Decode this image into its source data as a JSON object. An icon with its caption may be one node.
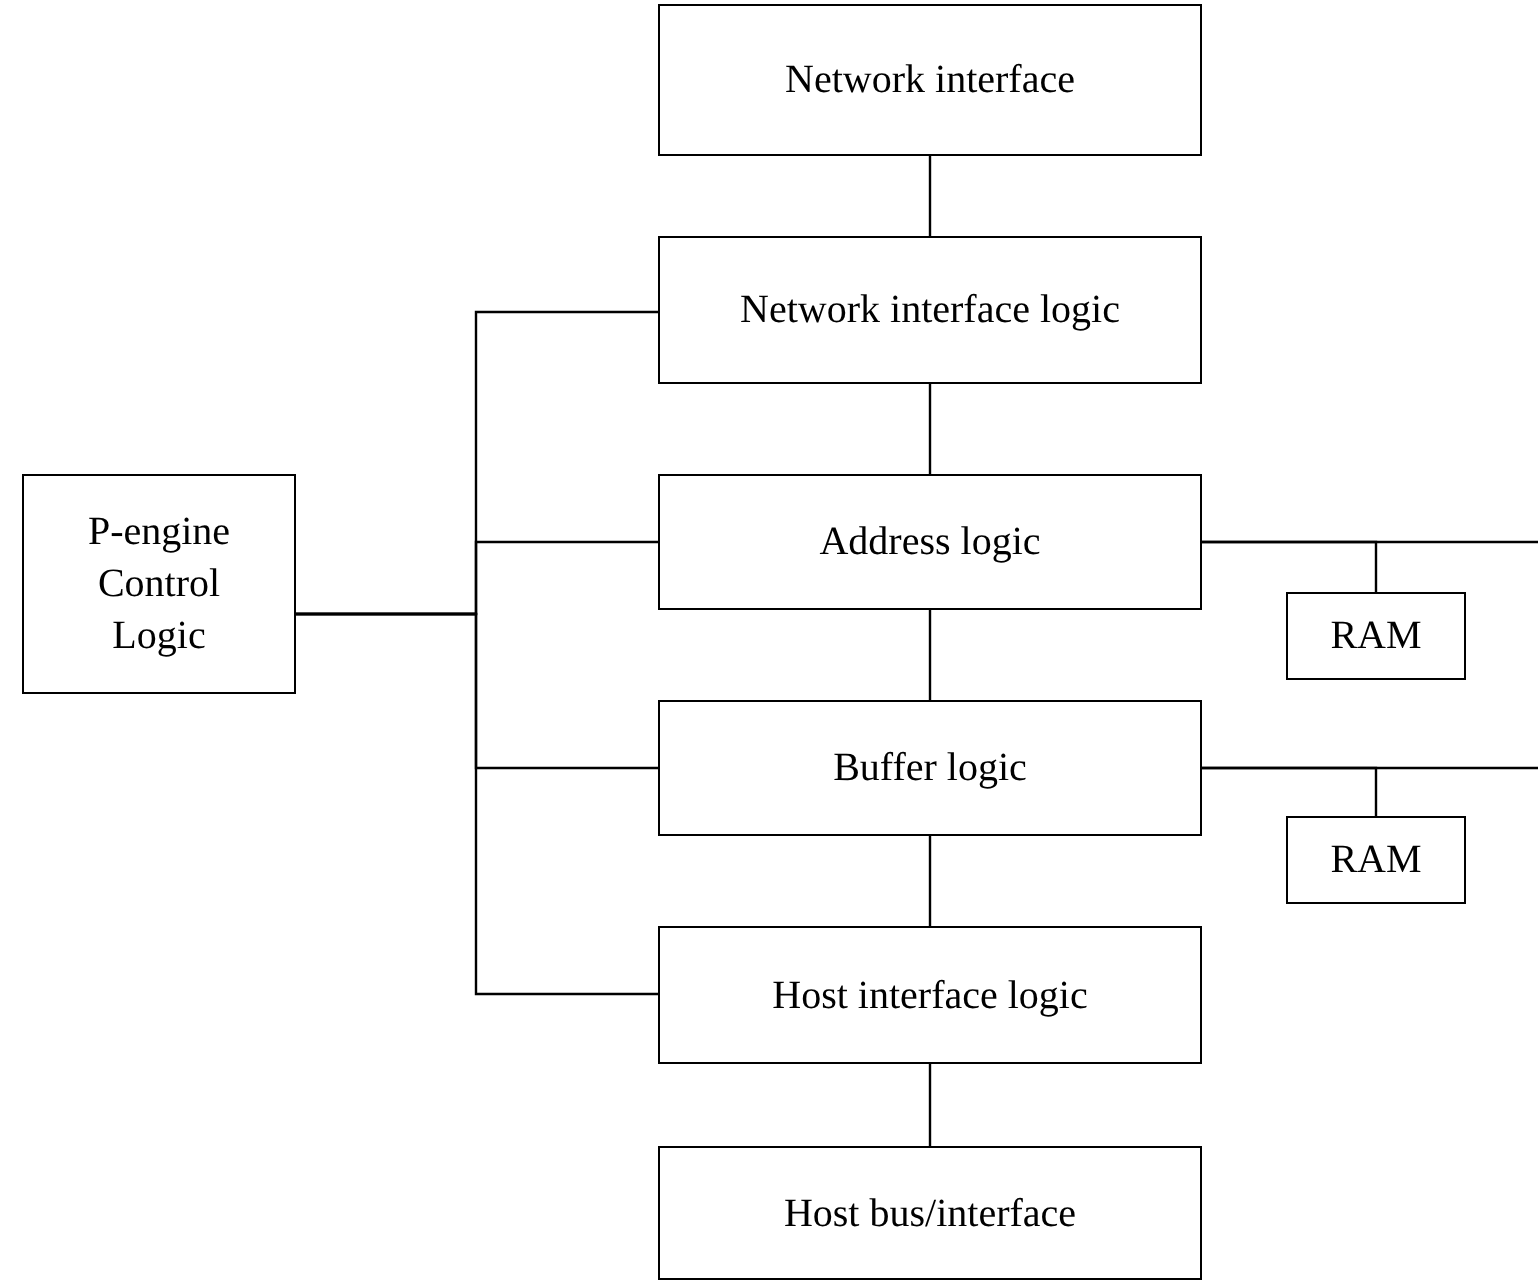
{
  "diagram": {
    "nodes": [
      {
        "text": [
          "Network interface"
        ]
      },
      {
        "text": [
          "Network interface logic"
        ]
      },
      {
        "text": [
          "P-engine Control Logic"
        ]
      },
      {
        "text": [
          "Address logic"
        ]
      },
      {
        "text": [
          "RAM"
        ]
      },
      {
        "text": [
          "Buffer logic"
        ]
      },
      {
        "text": [
          "RAM"
        ]
      },
      {
        "text": [
          "Host interface logic"
        ]
      },
      {
        "text": [
          "Host bus/interface"
        ]
      }
    ],
    "edges": [
      {
        "from": 0,
        "to": 1,
        "arrow": "none"
      },
      {
        "from": 1,
        "to": 3,
        "arrow": "none"
      },
      {
        "from": 3,
        "to": 5,
        "arrow": "none"
      },
      {
        "from": 5,
        "to": 7,
        "arrow": "none"
      },
      {
        "from": 7,
        "to": 8,
        "arrow": "none"
      },
      {
        "from": 2,
        "to": 1,
        "arrow": "none"
      },
      {
        "from": 2,
        "to": 3,
        "arrow": "none"
      },
      {
        "from": 2,
        "to": 5,
        "arrow": "none"
      },
      {
        "from": 2,
        "to": 7,
        "arrow": "none"
      },
      {
        "from": 3,
        "to": null,
        "arrow": "none"
      },
      {
        "from": 3,
        "to": 4,
        "arrow": "none"
      },
      {
        "from": 5,
        "to": null,
        "arrow": "none"
      },
      {
        "from": 5,
        "to": 6,
        "arrow": "none"
      }
    ]
  }
}
